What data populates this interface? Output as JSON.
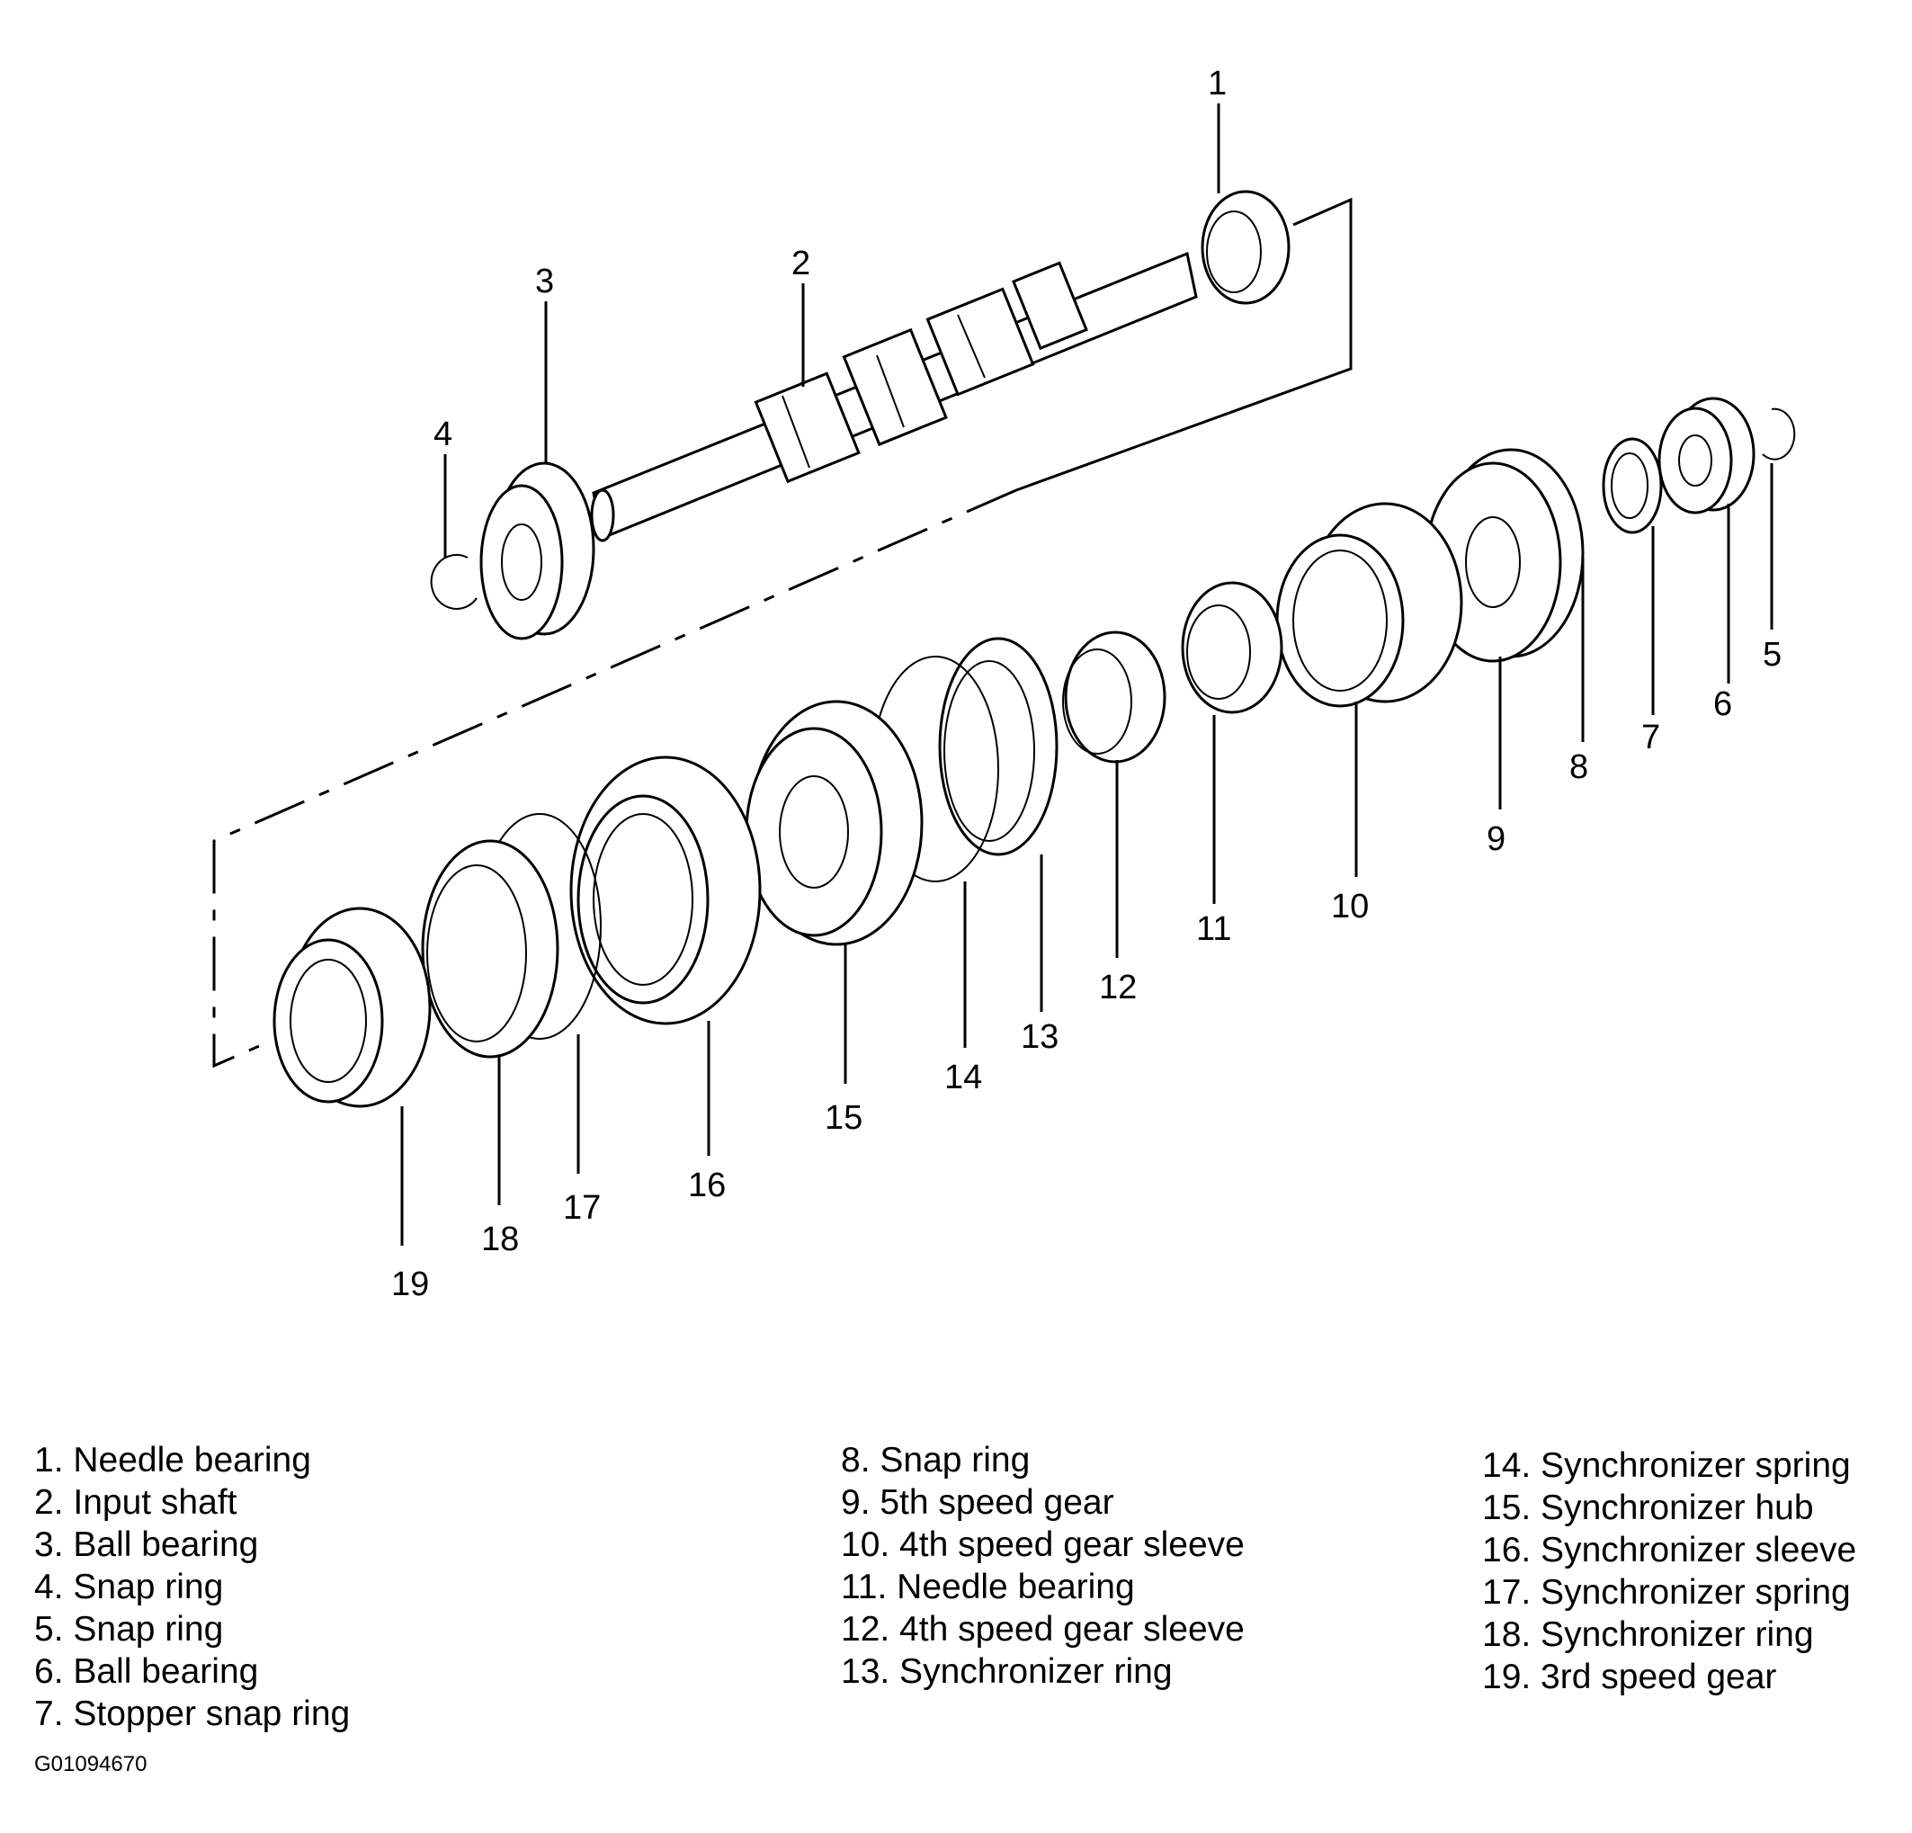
{
  "figure_id": "G01094670",
  "legend": {
    "col1": [
      "1. Needle bearing",
      "2. Input shaft",
      "3. Ball bearing",
      "4. Snap ring",
      "5. Snap ring",
      "6. Ball bearing",
      "7. Stopper snap ring"
    ],
    "col2": [
      "8. Snap ring",
      "9. 5th speed gear",
      "10. 4th speed gear sleeve",
      "11. Needle bearing",
      "12. 4th speed gear sleeve",
      "13. Synchronizer ring"
    ],
    "col3": [
      "14. Synchronizer spring",
      "15. Synchronizer hub",
      "16. Synchronizer sleeve",
      "17. Synchronizer spring",
      "18. Synchronizer ring",
      "19. 3rd speed gear"
    ]
  },
  "callouts": [
    "1",
    "2",
    "3",
    "4",
    "5",
    "6",
    "7",
    "8",
    "9",
    "10",
    "11",
    "12",
    "13",
    "14",
    "15",
    "16",
    "17",
    "18",
    "19"
  ]
}
